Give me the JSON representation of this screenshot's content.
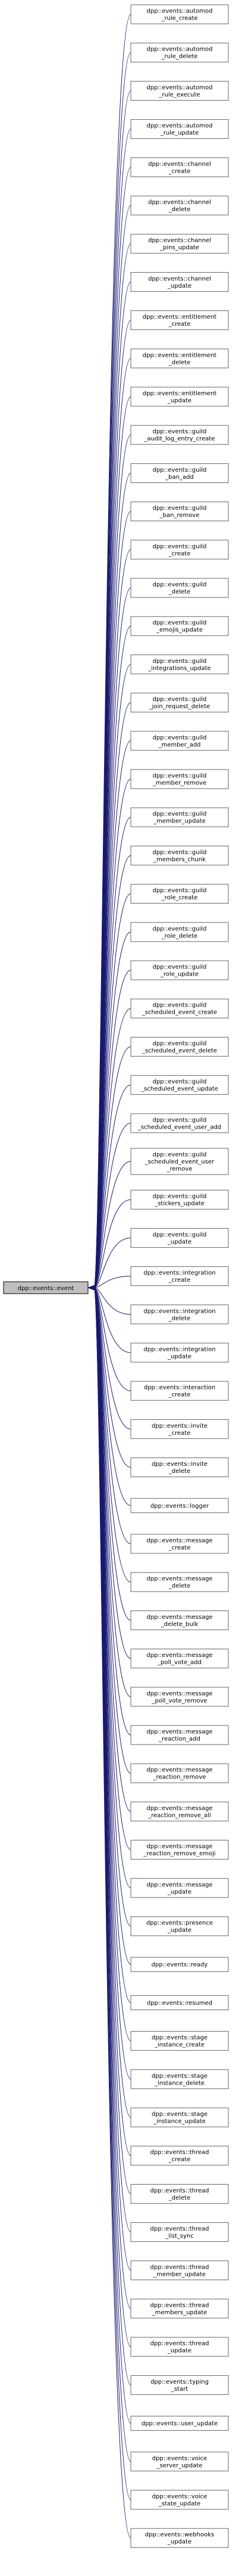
{
  "diagram": {
    "type": "inheritance-graph",
    "base": "dpp::events::event",
    "derived": [
      [
        "dpp::events::automod",
        "_rule_create"
      ],
      [
        "dpp::events::automod",
        "_rule_delete"
      ],
      [
        "dpp::events::automod",
        "_rule_execute"
      ],
      [
        "dpp::events::automod",
        "_rule_update"
      ],
      [
        "dpp::events::channel",
        "_create"
      ],
      [
        "dpp::events::channel",
        "_delete"
      ],
      [
        "dpp::events::channel",
        "_pins_update"
      ],
      [
        "dpp::events::channel",
        "_update"
      ],
      [
        "dpp::events::entitlement",
        "_create"
      ],
      [
        "dpp::events::entitlement",
        "_delete"
      ],
      [
        "dpp::events::entitlement",
        "_update"
      ],
      [
        "dpp::events::guild",
        "_audit_log_entry_create"
      ],
      [
        "dpp::events::guild",
        "_ban_add"
      ],
      [
        "dpp::events::guild",
        "_ban_remove"
      ],
      [
        "dpp::events::guild",
        "_create"
      ],
      [
        "dpp::events::guild",
        "_delete"
      ],
      [
        "dpp::events::guild",
        "_emojis_update"
      ],
      [
        "dpp::events::guild",
        "_integrations_update"
      ],
      [
        "dpp::events::guild",
        "_join_request_delete"
      ],
      [
        "dpp::events::guild",
        "_member_add"
      ],
      [
        "dpp::events::guild",
        "_member_remove"
      ],
      [
        "dpp::events::guild",
        "_member_update"
      ],
      [
        "dpp::events::guild",
        "_members_chunk"
      ],
      [
        "dpp::events::guild",
        "_role_create"
      ],
      [
        "dpp::events::guild",
        "_role_delete"
      ],
      [
        "dpp::events::guild",
        "_role_update"
      ],
      [
        "dpp::events::guild",
        "_scheduled_event_create"
      ],
      [
        "dpp::events::guild",
        "_scheduled_event_delete"
      ],
      [
        "dpp::events::guild",
        "_scheduled_event_update"
      ],
      [
        "dpp::events::guild",
        "_scheduled_event_user_add"
      ],
      [
        "dpp::events::guild",
        "_scheduled_event_user",
        "_remove"
      ],
      [
        "dpp::events::guild",
        "_stickers_update"
      ],
      [
        "dpp::events::guild",
        "_update"
      ],
      [
        "dpp::events::integration",
        "_create"
      ],
      [
        "dpp::events::integration",
        "_delete"
      ],
      [
        "dpp::events::integration",
        "_update"
      ],
      [
        "dpp::events::interaction",
        "_create"
      ],
      [
        "dpp::events::invite",
        "_create"
      ],
      [
        "dpp::events::invite",
        "_delete"
      ],
      [
        "dpp::events::logger"
      ],
      [
        "dpp::events::message",
        "_create"
      ],
      [
        "dpp::events::message",
        "_delete"
      ],
      [
        "dpp::events::message",
        "_delete_bulk"
      ],
      [
        "dpp::events::message",
        "_poll_vote_add"
      ],
      [
        "dpp::events::message",
        "_poll_vote_remove"
      ],
      [
        "dpp::events::message",
        "_reaction_add"
      ],
      [
        "dpp::events::message",
        "_reaction_remove"
      ],
      [
        "dpp::events::message",
        "_reaction_remove_all"
      ],
      [
        "dpp::events::message",
        "_reaction_remove_emoji"
      ],
      [
        "dpp::events::message",
        "_update"
      ],
      [
        "dpp::events::presence",
        "_update"
      ],
      [
        "dpp::events::ready"
      ],
      [
        "dpp::events::resumed"
      ],
      [
        "dpp::events::stage",
        "_instance_create"
      ],
      [
        "dpp::events::stage",
        "_instance_delete"
      ],
      [
        "dpp::events::stage",
        "_instance_update"
      ],
      [
        "dpp::events::thread",
        "_create"
      ],
      [
        "dpp::events::thread",
        "_delete"
      ],
      [
        "dpp::events::thread",
        "_list_sync"
      ],
      [
        "dpp::events::thread",
        "_member_update"
      ],
      [
        "dpp::events::thread",
        "_members_update"
      ],
      [
        "dpp::events::thread",
        "_update"
      ],
      [
        "dpp::events::typing",
        "_start"
      ],
      [
        "dpp::events::user_update"
      ],
      [
        "dpp::events::voice",
        "_server_update"
      ],
      [
        "dpp::events::voice",
        "_state_update"
      ],
      [
        "dpp::events::webhooks",
        "_update"
      ]
    ]
  }
}
